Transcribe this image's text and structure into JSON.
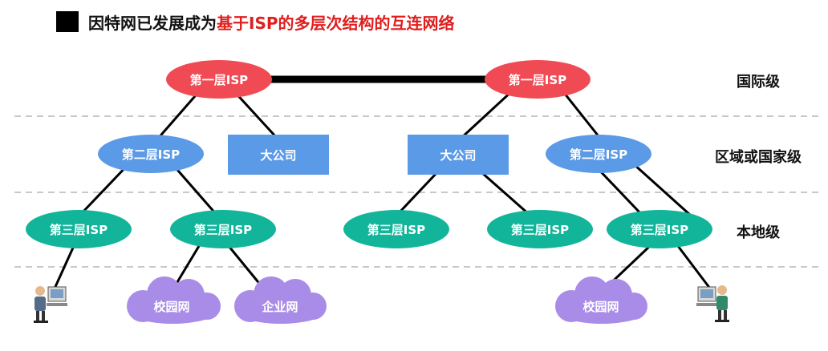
{
  "title": {
    "prefix": "因特网已发展成为",
    "highlight": "基于ISP的多层次结构的互连网络"
  },
  "levels": {
    "international": "国际级",
    "regional": "区域或国家级",
    "local": "本地级"
  },
  "nodes": {
    "tier1_left": "第一层ISP",
    "tier1_right": "第一层ISP",
    "tier2_left": "第二层ISP",
    "corp_left": "大公司",
    "corp_right": "大公司",
    "tier2_right": "第二层ISP",
    "tier3_a": "第三层ISP",
    "tier3_b": "第三层ISP",
    "tier3_c": "第三层ISP",
    "tier3_d": "第三层ISP",
    "tier3_e": "第三层ISP",
    "cloud_campus_left": "校园网",
    "cloud_enterprise": "企业网",
    "cloud_campus_right": "校园网"
  },
  "colors": {
    "tier1": "#f04b54",
    "tier2": "#5b9ae6",
    "corp": "#5b9ae6",
    "tier3": "#12b59a",
    "cloud": "#a98ce8",
    "title_highlight": "#e01e1e"
  }
}
